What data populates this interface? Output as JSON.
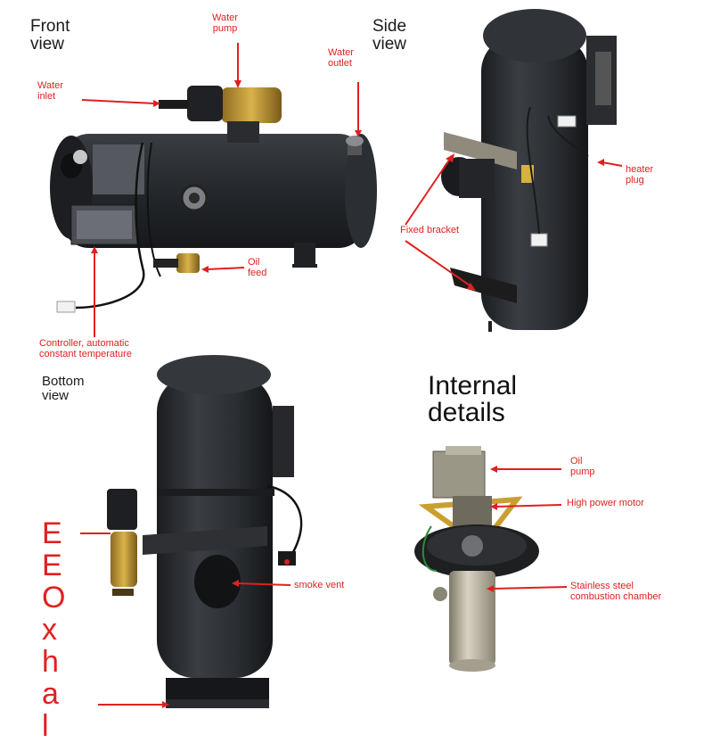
{
  "front": {
    "title_line1": "Front",
    "title_line2": "view",
    "water_pump_1": "Water",
    "water_pump_2": "pump",
    "water_outlet_1": "Water",
    "water_outlet_2": "outlet",
    "water_inlet_1": "Water",
    "water_inlet_2": "inlet",
    "oil_feed_1": "Oil",
    "oil_feed_2": "feed",
    "controller_1": "Controller, automatic",
    "controller_2": "constant temperature"
  },
  "side": {
    "title_line1": "Side",
    "title_line2": "view",
    "heater_plug_1": "heater",
    "heater_plug_2": "plug",
    "fixed_bracket": "Fixed bracket"
  },
  "bottom": {
    "title_line1": "Bottom",
    "title_line2": "view",
    "smoke_vent": "smoke vent"
  },
  "internal": {
    "title_line1": "Internal",
    "title_line2": "details",
    "oil_pump_1": "Oil",
    "oil_pump_2": "pump",
    "high_power_motor": "High power motor",
    "chamber_1": "Stainless steel",
    "chamber_2": "combustion chamber"
  },
  "side_text": [
    "E",
    "E",
    "O",
    "x",
    "h",
    "a",
    "l"
  ],
  "colors": {
    "label_red": "#e02020",
    "heater_body": "#2c2f33",
    "metal": "#8d8a80"
  }
}
